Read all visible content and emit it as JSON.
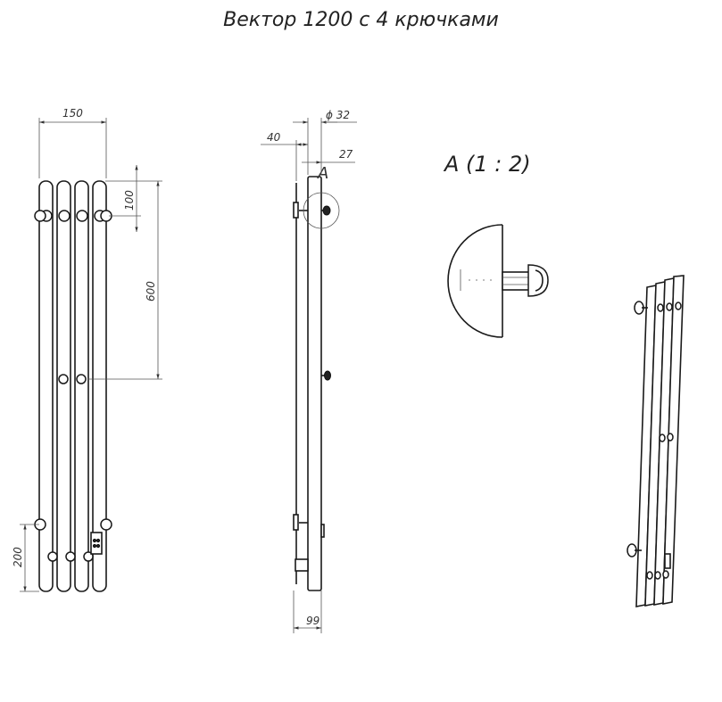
{
  "title": "Вектор 1200 с 4 крючками",
  "dimensions": {
    "width": "150",
    "top_offset": "100",
    "hook_spacing": "600",
    "bottom_offset": "200",
    "diameter": "ϕ 32",
    "wall_distance": "40",
    "pipe_offset": "27",
    "depth": "99"
  },
  "detail": {
    "marker": "A",
    "scale_label": "A (1 : 2)"
  }
}
